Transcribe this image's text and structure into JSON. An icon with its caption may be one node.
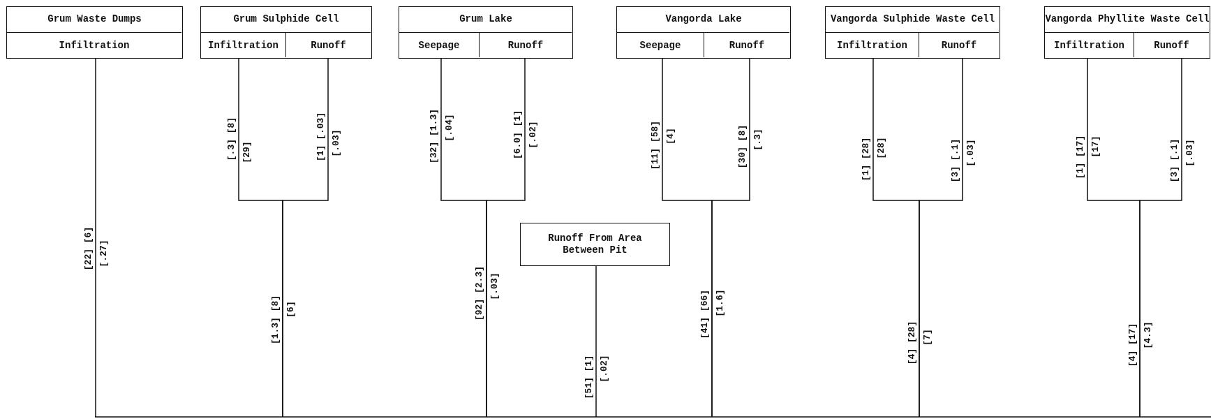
{
  "diagram": {
    "nodes": [
      {
        "text": [
          "Grum Waste Dumps"
        ]
      },
      {
        "text": [
          "Infiltration"
        ],
        "in": 0
      },
      {
        "text": [
          "Grum Sulphide Cell"
        ]
      },
      {
        "text": [
          "Infiltration"
        ],
        "in": 2
      },
      {
        "text": [
          "Runoff"
        ],
        "in": 2
      },
      {
        "text": [
          "Grum Lake"
        ]
      },
      {
        "text": [
          "Seepage"
        ],
        "in": 5
      },
      {
        "text": [
          "Runoff"
        ],
        "in": 5
      },
      {
        "text": [
          "Vangorda Lake"
        ]
      },
      {
        "text": [
          "Seepage"
        ],
        "in": 8
      },
      {
        "text": [
          "Runoff"
        ],
        "in": 8
      },
      {
        "text": [
          "Vangorda Sulphide Waste Cell"
        ]
      },
      {
        "text": [
          "Infiltration"
        ],
        "in": 11
      },
      {
        "text": [
          "Runoff"
        ],
        "in": 11
      },
      {
        "text": [
          "Vangorda Phyllite Waste Cell"
        ]
      },
      {
        "text": [
          "Infiltration"
        ],
        "in": 14
      },
      {
        "text": [
          "Runoff"
        ],
        "in": 14
      },
      {
        "text": [
          "Runoff From Area Between Pit"
        ]
      }
    ],
    "edges": [
      {
        "from": 1,
        "to": null,
        "arrow": "none"
      },
      {
        "from": 3,
        "to": null,
        "arrow": "none"
      },
      {
        "from": 4,
        "to": null,
        "arrow": "none"
      },
      {
        "from": 6,
        "to": null,
        "arrow": "none"
      },
      {
        "from": 7,
        "to": null,
        "arrow": "none"
      },
      {
        "from": 9,
        "to": null,
        "arrow": "none"
      },
      {
        "from": 10,
        "to": null,
        "arrow": "none"
      },
      {
        "from": 12,
        "to": null,
        "arrow": "none"
      },
      {
        "from": 13,
        "to": null,
        "arrow": "none"
      },
      {
        "from": 15,
        "to": null,
        "arrow": "none"
      },
      {
        "from": 16,
        "to": null,
        "arrow": "none"
      },
      {
        "from": 17,
        "to": null,
        "arrow": "none"
      }
    ],
    "labels": [
      "[22] [6]",
      "[.27]",
      "[.3] [8]",
      "[29]",
      "[1] [.03]",
      "[.03]",
      "[1.3] [8]",
      "[6]",
      "[32] [1.3]",
      "[.04]",
      "[6.0] [1]",
      "[.02]",
      "[92] [2.3]",
      "[.03]",
      "[51] [1]",
      "[.02]",
      "[11] [58]",
      "[4]",
      "[30] [8]",
      "[.3]",
      "[41] [66]",
      "[1.6]",
      "[1] [28]",
      "[28]",
      "[3] [.1]",
      "[.03]",
      "[4] [28]",
      "[7]",
      "[1] [17]",
      "[17]",
      "[3] [.1]",
      "[.03]",
      "[4] [17]",
      "[4.3]"
    ]
  }
}
